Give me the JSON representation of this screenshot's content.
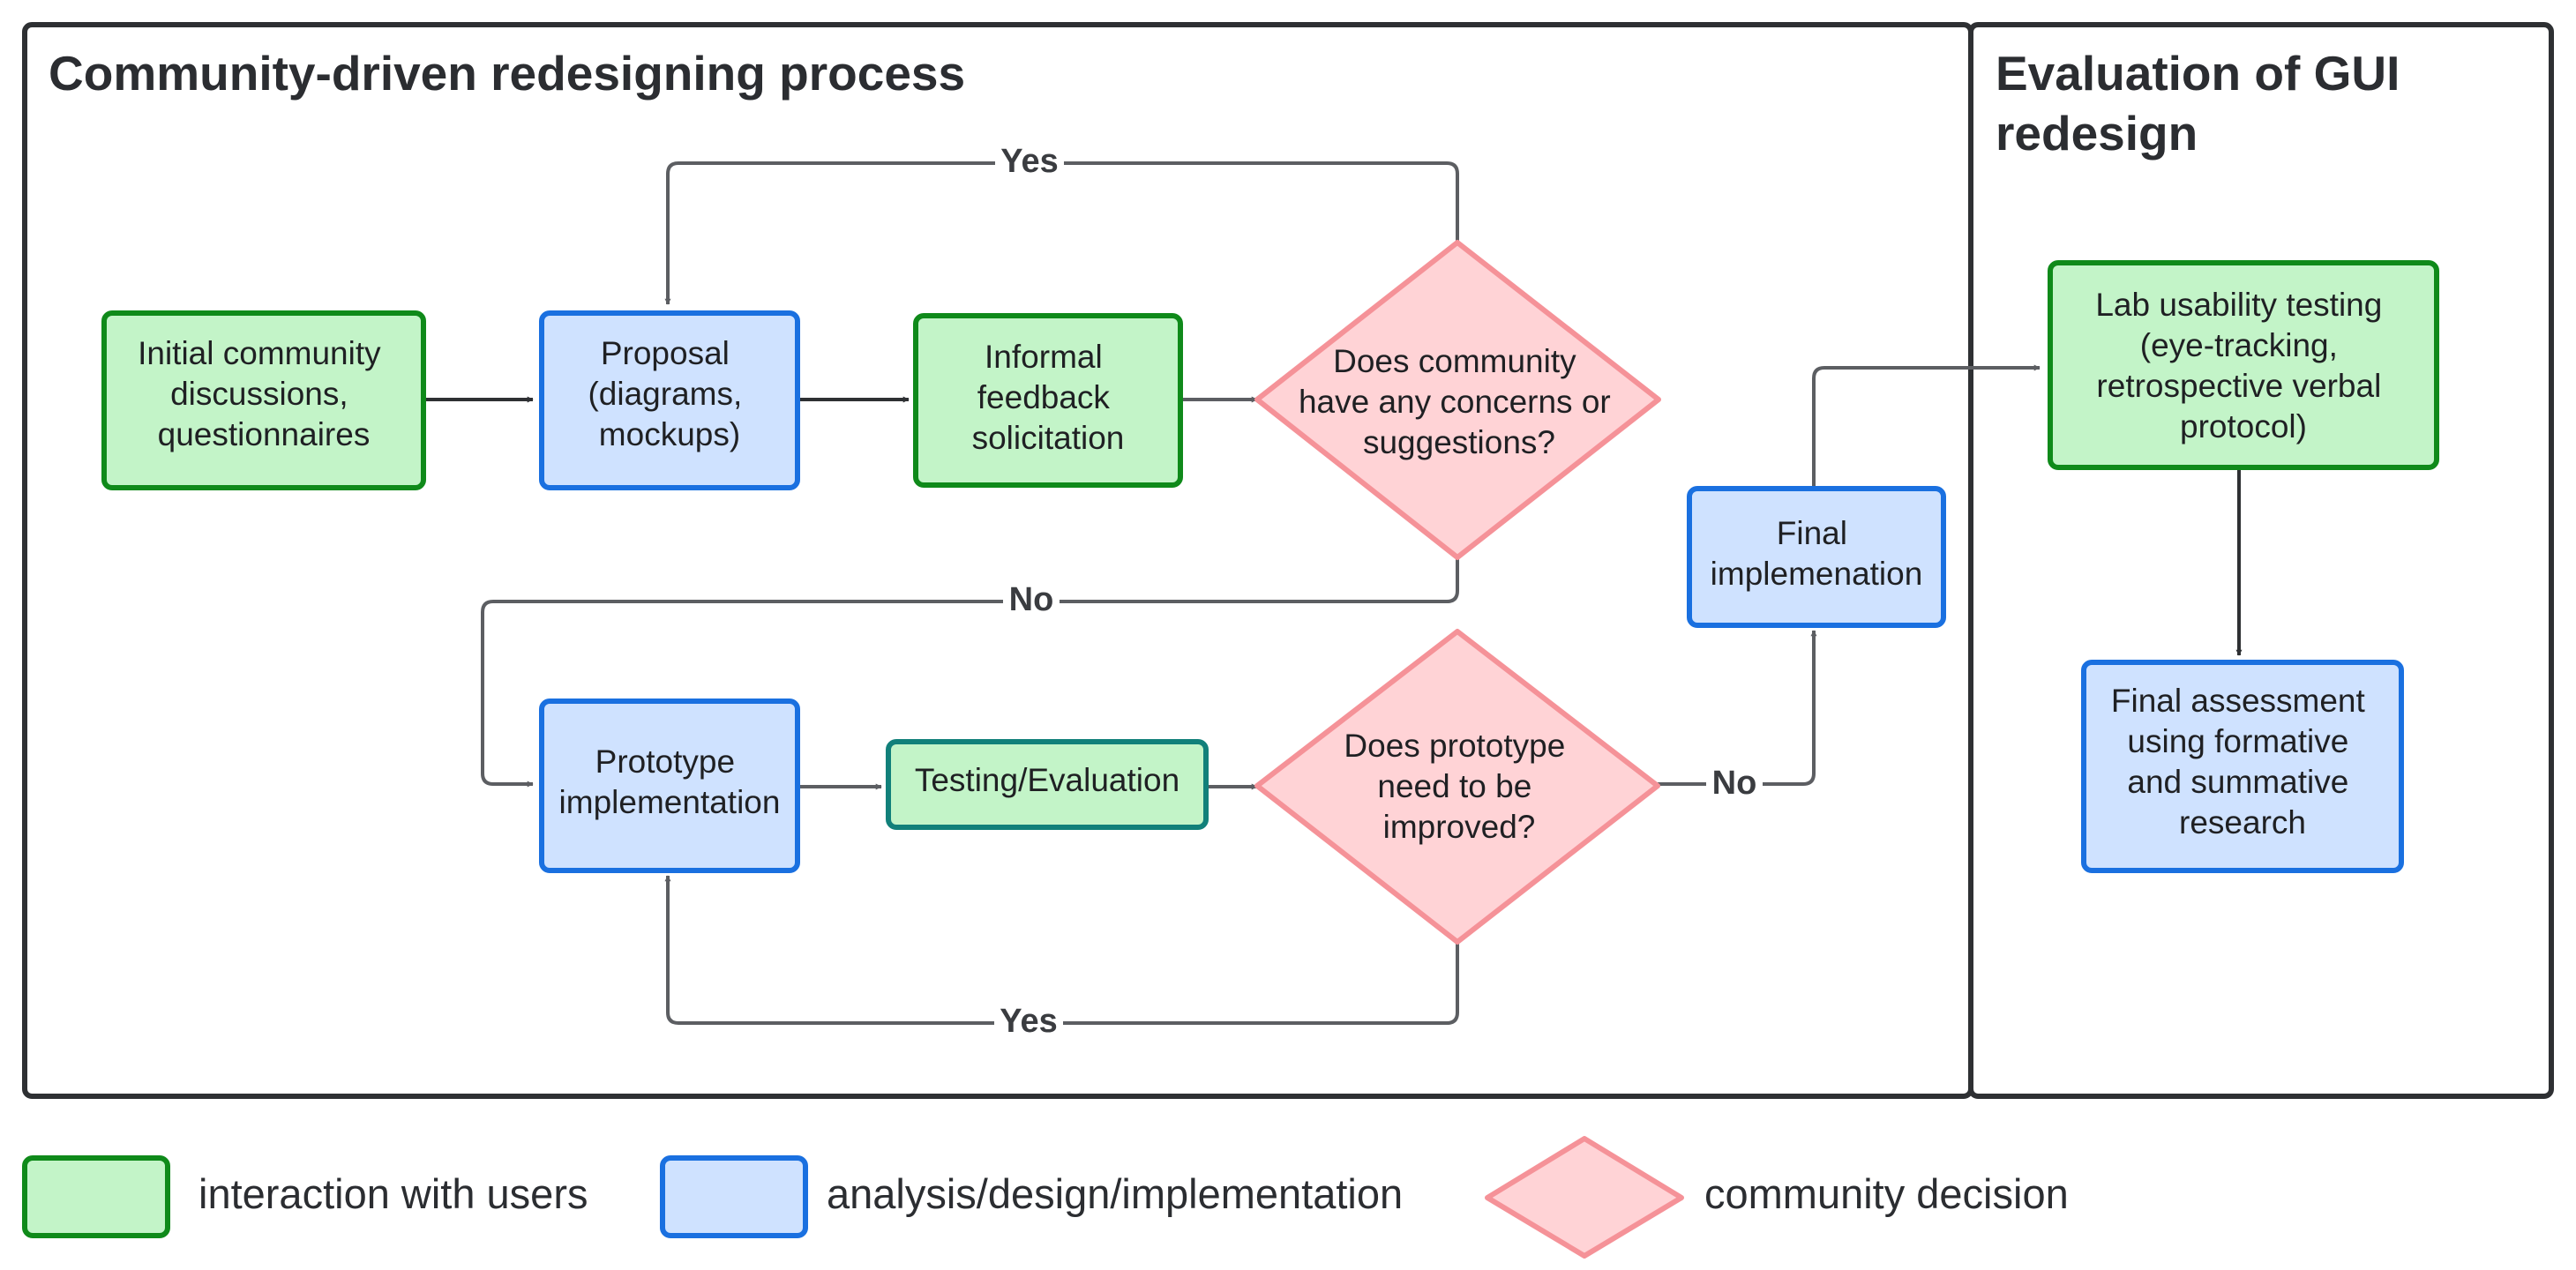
{
  "panels": {
    "left_title": "Community-driven redesigning process",
    "right_title": [
      "Evaluation of GUI",
      "redesign"
    ]
  },
  "nodes": {
    "initial": [
      "Initial community",
      "discussions,",
      "questionnaires"
    ],
    "proposal": [
      "Proposal",
      "(diagrams,",
      "mockups)"
    ],
    "informal": [
      "Informal",
      "feedback",
      "solicitation"
    ],
    "concerns": [
      "Does community",
      "have any concerns or",
      "suggestions?"
    ],
    "final_impl": [
      "Final",
      "implemenation"
    ],
    "prototype": [
      "Prototype",
      "implementation"
    ],
    "testing": [
      "Testing/Evaluation"
    ],
    "improve": [
      "Does prototype",
      "need to be",
      "improved?"
    ],
    "lab": [
      "Lab usability testing",
      "(eye-tracking,",
      "retrospective verbal",
      "protocol)"
    ],
    "assessment": [
      "Final assessment",
      "using formative",
      "and summative",
      "research"
    ]
  },
  "edge_labels": {
    "yes_top": "Yes",
    "no_mid": "No",
    "no_right": "No",
    "yes_bottom": "Yes"
  },
  "legend": {
    "users": "interaction with users",
    "design": "analysis/design/implementation",
    "decision": "community decision"
  },
  "colors": {
    "green_fill": "#c3f4c8",
    "green_stroke": "#0f8a1a",
    "teal_stroke": "#11807a",
    "blue_fill": "#cfe2ff",
    "blue_stroke": "#1a70e0",
    "pink_fill": "#ffd3d6",
    "pink_stroke": "#f59298",
    "frame": "#2e3033",
    "arrow": "#5c5e62"
  }
}
